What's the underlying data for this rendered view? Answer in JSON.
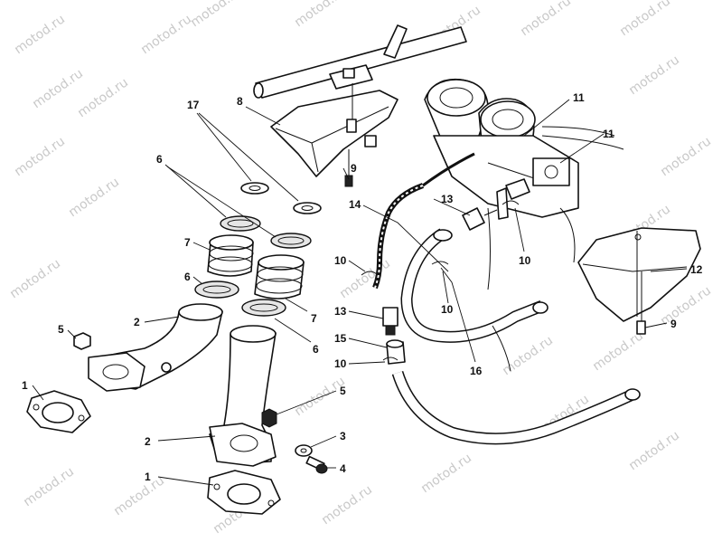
{
  "watermark": {
    "text": "motod.ru"
  },
  "callouts": [
    {
      "id": "c17",
      "text": "17"
    },
    {
      "id": "c8",
      "text": "8"
    },
    {
      "id": "c6a",
      "text": "6"
    },
    {
      "id": "c7a",
      "text": "7"
    },
    {
      "id": "c6b",
      "text": "6"
    },
    {
      "id": "c5a",
      "text": "5"
    },
    {
      "id": "c2a",
      "text": "2"
    },
    {
      "id": "c1a",
      "text": "1"
    },
    {
      "id": "c9a",
      "text": "9"
    },
    {
      "id": "c14",
      "text": "14"
    },
    {
      "id": "c13a",
      "text": "13"
    },
    {
      "id": "c10a",
      "text": "10"
    },
    {
      "id": "c13b",
      "text": "13"
    },
    {
      "id": "c15",
      "text": "15"
    },
    {
      "id": "c10b",
      "text": "10"
    },
    {
      "id": "c7b",
      "text": "7"
    },
    {
      "id": "c6c",
      "text": "6"
    },
    {
      "id": "c5b",
      "text": "5"
    },
    {
      "id": "c3",
      "text": "3"
    },
    {
      "id": "c4",
      "text": "4"
    },
    {
      "id": "c2b",
      "text": "2"
    },
    {
      "id": "c1b",
      "text": "1"
    },
    {
      "id": "c16",
      "text": "16"
    },
    {
      "id": "c10c",
      "text": "10"
    },
    {
      "id": "c10d",
      "text": "10"
    },
    {
      "id": "c11a",
      "text": "11"
    },
    {
      "id": "c11b",
      "text": "11"
    },
    {
      "id": "c12",
      "text": "12"
    },
    {
      "id": "c9b",
      "text": "9"
    }
  ]
}
